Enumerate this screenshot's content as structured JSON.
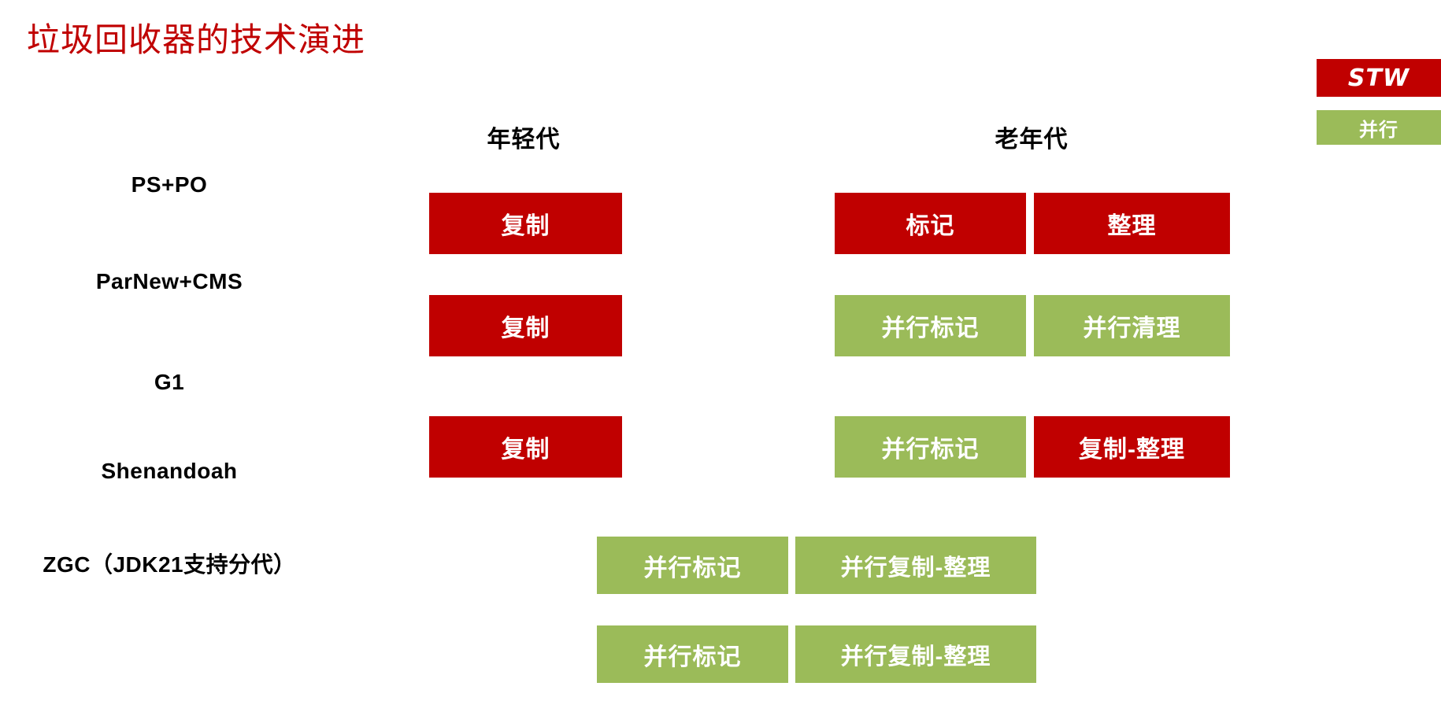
{
  "title": "垃圾回收器的技术演进",
  "legend": {
    "items": [
      {
        "label": "STW",
        "color": "#C00000",
        "kind": "stw"
      },
      {
        "label": "并行",
        "color": "#9BBB59",
        "kind": "parallel"
      }
    ]
  },
  "columns": {
    "young": "年轻代",
    "old": "老年代"
  },
  "rows": [
    {
      "label": "PS+PO",
      "young": [
        {
          "text": "复制",
          "color": "#C00000",
          "kind": "stw"
        }
      ],
      "old": [
        {
          "text": "标记",
          "color": "#C00000",
          "kind": "stw"
        },
        {
          "text": "整理",
          "color": "#C00000",
          "kind": "stw"
        }
      ]
    },
    {
      "label": "ParNew+CMS",
      "young": [
        {
          "text": "复制",
          "color": "#C00000",
          "kind": "stw"
        }
      ],
      "old": [
        {
          "text": "并行标记",
          "color": "#9BBB59",
          "kind": "parallel"
        },
        {
          "text": "并行清理",
          "color": "#9BBB59",
          "kind": "parallel"
        }
      ]
    },
    {
      "label": "G1",
      "young": [
        {
          "text": "复制",
          "color": "#C00000",
          "kind": "stw"
        }
      ],
      "old": [
        {
          "text": "并行标记",
          "color": "#9BBB59",
          "kind": "parallel"
        },
        {
          "text": "复制-整理",
          "color": "#C00000",
          "kind": "stw"
        }
      ]
    },
    {
      "label": "Shenandoah",
      "young": [],
      "old": [
        {
          "text": "并行标记",
          "color": "#9BBB59",
          "kind": "parallel"
        },
        {
          "text": "并行复制-整理",
          "color": "#9BBB59",
          "kind": "parallel"
        }
      ]
    },
    {
      "label": "ZGC（JDK21支持分代）",
      "young": [],
      "old": [
        {
          "text": "并行标记",
          "color": "#9BBB59",
          "kind": "parallel"
        },
        {
          "text": "并行复制-整理",
          "color": "#9BBB59",
          "kind": "parallel"
        }
      ]
    }
  ]
}
